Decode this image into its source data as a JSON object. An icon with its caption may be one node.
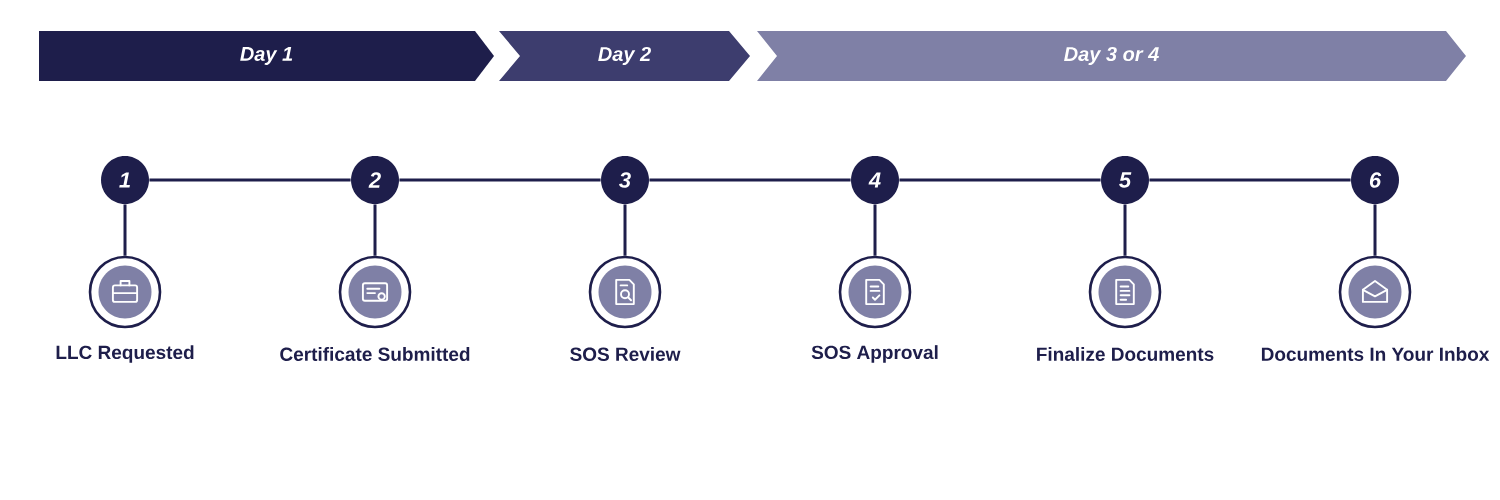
{
  "diagram": {
    "nodes": [
      {
        "text": [
          "Day 1"
        ]
      },
      {
        "text": [
          "Day 2"
        ]
      },
      {
        "text": [
          "Day 3 or 4"
        ]
      },
      {
        "text": [
          "1"
        ]
      },
      {
        "text": [
          "2"
        ]
      },
      {
        "text": [
          "3"
        ]
      },
      {
        "text": [
          "4"
        ]
      },
      {
        "text": [
          "5"
        ]
      },
      {
        "text": [
          "6"
        ]
      },
      {
        "text": [],
        "shape": "circle",
        "beside": [
          "LLC Requested"
        ]
      },
      {
        "text": [],
        "shape": "circle",
        "beside": [
          "Certificate Submitted"
        ]
      },
      {
        "text": [],
        "shape": "circle",
        "beside": [
          "SOS Review"
        ]
      },
      {
        "text": [],
        "shape": "circle",
        "beside": [
          "SOS Approval"
        ]
      },
      {
        "text": [],
        "shape": "circle",
        "beside": [
          "Finalize Documents"
        ]
      },
      {
        "text": [],
        "shape": "circle",
        "beside": [
          "Documents In Your Inbox"
        ]
      }
    ],
    "edges": [
      {
        "from": 3,
        "to": 4,
        "arrow": "none"
      },
      {
        "from": 4,
        "to": 5,
        "arrow": "none"
      },
      {
        "from": 5,
        "to": 6,
        "arrow": "none"
      },
      {
        "from": 6,
        "to": 7,
        "arrow": "none"
      },
      {
        "from": 7,
        "to": 8,
        "arrow": "none"
      },
      {
        "from": 3,
        "to": 9,
        "arrow": "none"
      },
      {
        "from": 4,
        "to": 10,
        "arrow": "none"
      },
      {
        "from": 5,
        "to": 11,
        "arrow": "none"
      },
      {
        "from": 6,
        "to": 12,
        "arrow": "none"
      },
      {
        "from": 7,
        "to": 13,
        "arrow": "none"
      },
      {
        "from": 8,
        "to": 14,
        "arrow": "none"
      }
    ]
  }
}
